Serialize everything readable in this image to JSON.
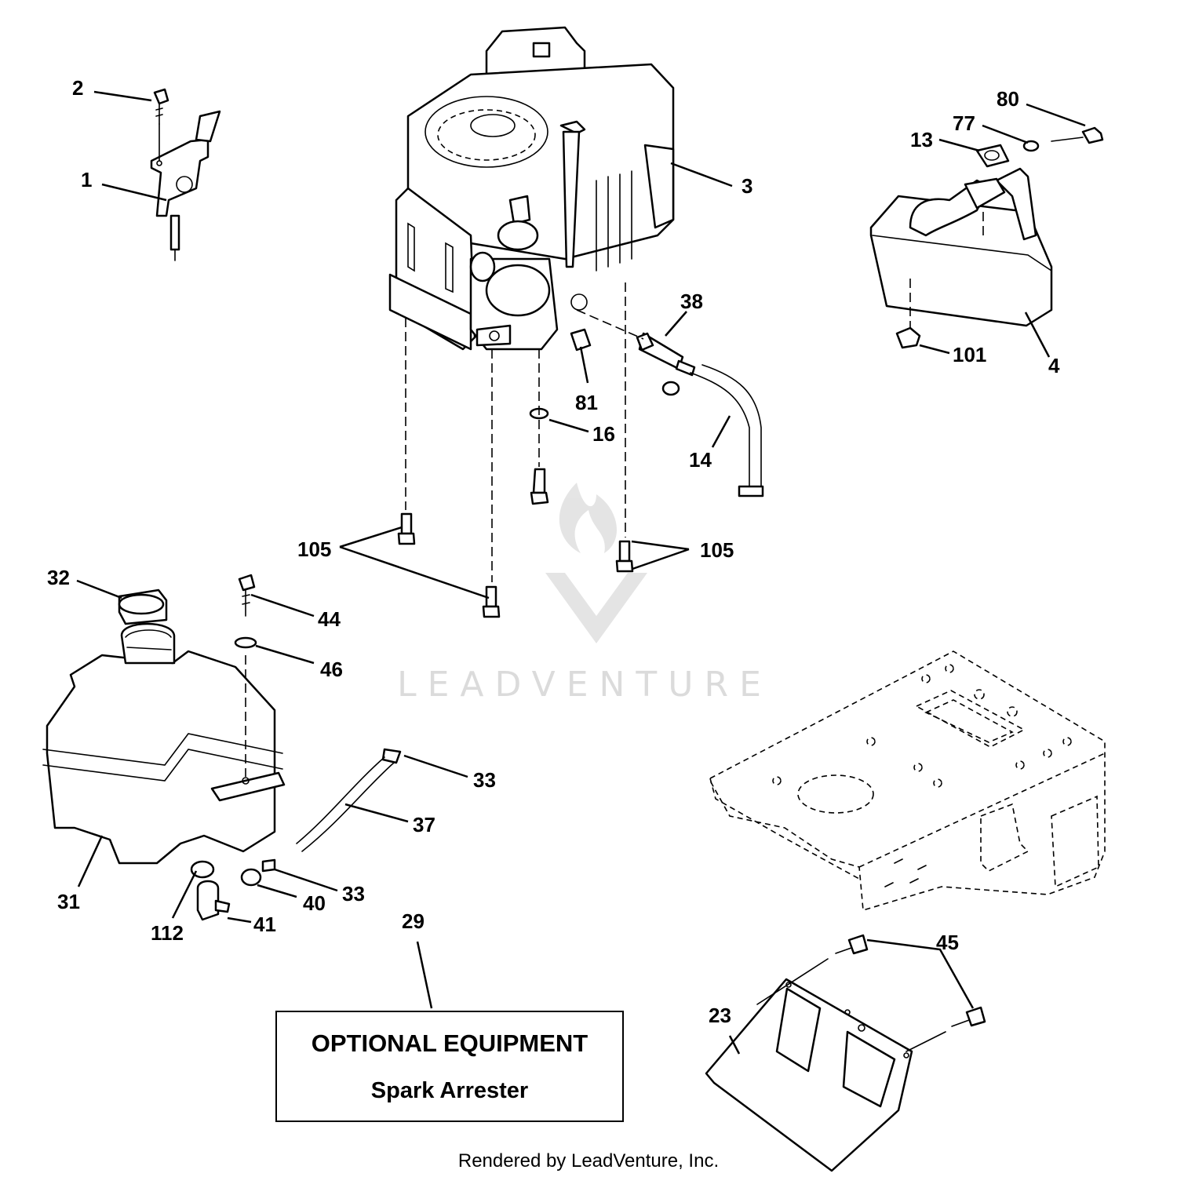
{
  "callouts": {
    "c1": "1",
    "c2": "2",
    "c3": "3",
    "c4": "4",
    "c13": "13",
    "c14": "14",
    "c16": "16",
    "c23": "23",
    "c29": "29",
    "c31": "31",
    "c32": "32",
    "c33a": "33",
    "c33b": "33",
    "c37": "37",
    "c38": "38",
    "c40": "40",
    "c41": "41",
    "c44": "44",
    "c45": "45",
    "c46": "46",
    "c77": "77",
    "c80": "80",
    "c81": "81",
    "c101": "101",
    "c105a": "105",
    "c105b": "105",
    "c112": "112"
  },
  "optional_box": {
    "line1": "OPTIONAL EQUIPMENT",
    "line2": "Spark Arrester"
  },
  "watermark": "LEADVENTURE",
  "footer": "Rendered by LeadVenture, Inc.",
  "colors": {
    "ink": "#000000",
    "watermark": "#d8d8d8"
  }
}
